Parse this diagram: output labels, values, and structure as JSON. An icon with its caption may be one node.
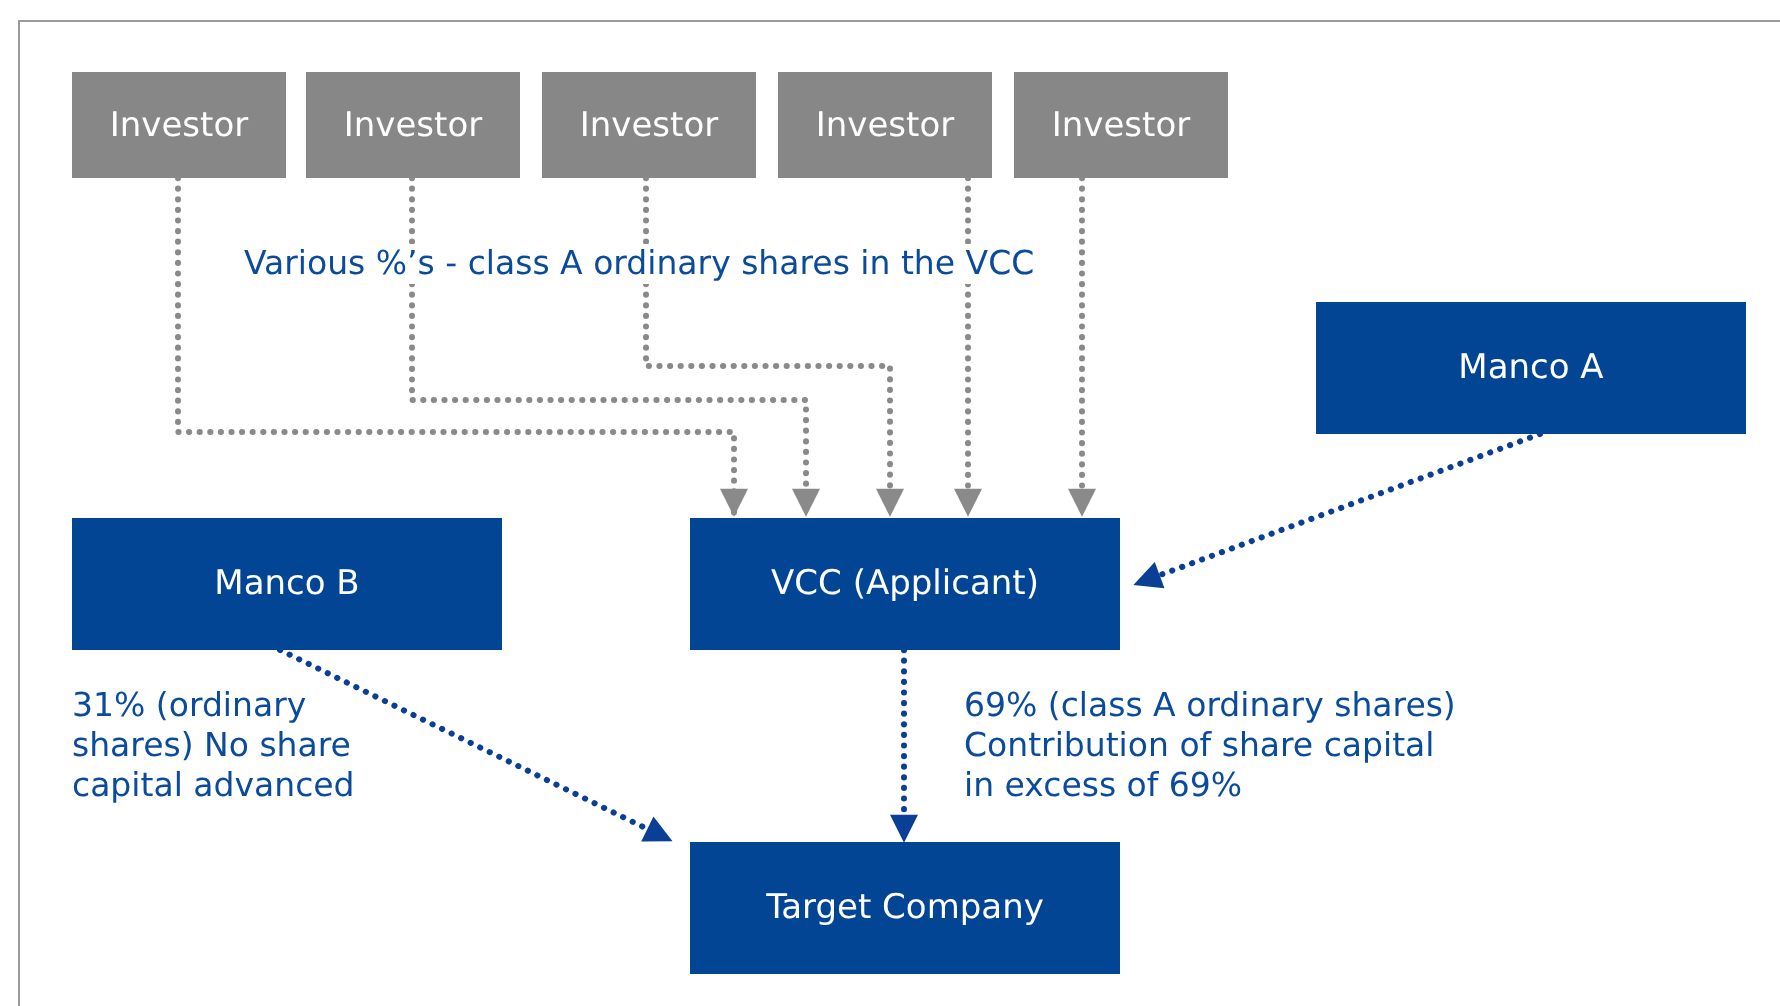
{
  "diagram": {
    "nodes": [
      {
        "text": [
          "Investor"
        ]
      },
      {
        "text": [
          "Investor"
        ]
      },
      {
        "text": [
          "Investor"
        ]
      },
      {
        "text": [
          "Investor"
        ]
      },
      {
        "text": [
          "Investor"
        ]
      },
      {
        "text": [
          "Manco A"
        ]
      },
      {
        "text": [
          "Manco B"
        ]
      },
      {
        "text": [
          "VCC (Applicant)"
        ]
      },
      {
        "text": [
          "Target Company"
        ]
      }
    ],
    "edges": [
      {
        "from": 0,
        "to": 7,
        "arrow": "to",
        "style": "dashed"
      },
      {
        "from": 1,
        "to": 7,
        "arrow": "to",
        "style": "dashed"
      },
      {
        "from": 2,
        "to": 7,
        "arrow": "to",
        "style": "dashed"
      },
      {
        "from": 3,
        "to": 7,
        "arrow": "to",
        "style": "dashed"
      },
      {
        "from": 4,
        "to": 7,
        "arrow": "to",
        "style": "dashed"
      },
      {
        "from": 5,
        "to": 7,
        "arrow": "to",
        "style": "dashed",
        "color": "#0b3f95"
      },
      {
        "from": 6,
        "to": 8,
        "arrow": "to",
        "style": "dashed",
        "color": "#0b3f95",
        "label": "31% (ordinary shares) No share capital advanced"
      },
      {
        "from": 7,
        "to": 8,
        "arrow": "to",
        "style": "dashed",
        "color": "#0b3f95",
        "label": "69% (class A ordinary shares) Contribution of share capital in excess of 69%"
      }
    ],
    "labels": [
      "Various %’s - class A ordinary shares in the VCC"
    ]
  }
}
